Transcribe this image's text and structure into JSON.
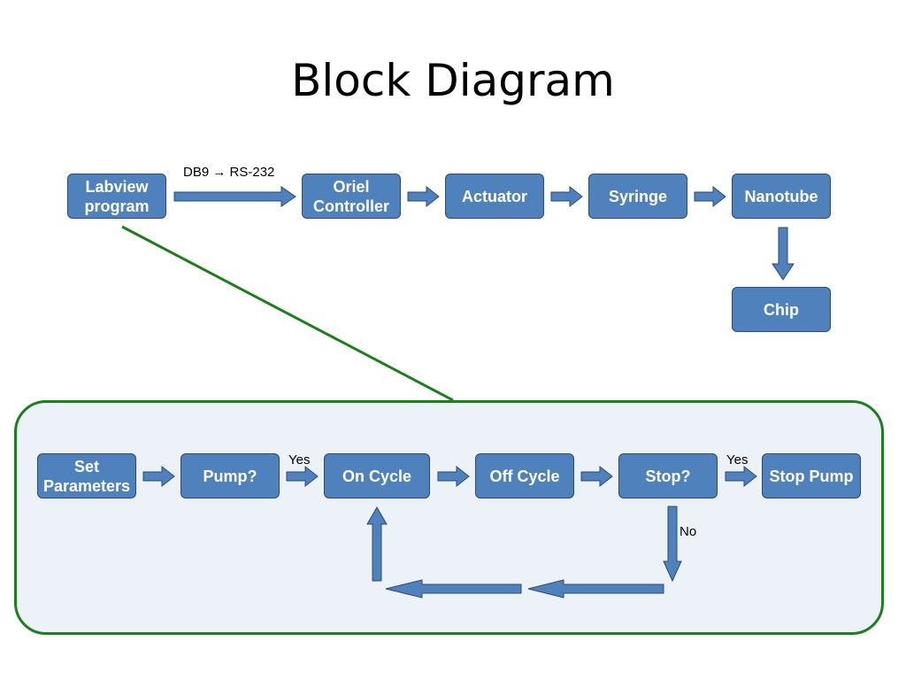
{
  "title": "Block Diagram",
  "top_row": {
    "labview": "Labview\nprogram",
    "oriel": "Oriel\nController",
    "actuator": "Actuator",
    "syringe": "Syringe",
    "nanotube": "Nanotube",
    "chip": "Chip",
    "link_label": "DB9 → RS-232"
  },
  "bottom_row": {
    "set_parameters": "Set\nParameters",
    "pump": "Pump?",
    "on_cycle": "On Cycle",
    "off_cycle": "Off Cycle",
    "stop": "Stop?",
    "stop_pump": "Stop Pump",
    "yes_1": "Yes",
    "yes_2": "Yes",
    "no": "No"
  },
  "colors": {
    "block_fill": "#4f81bd",
    "block_border": "#2a4a78",
    "connector_green": "#1c7f1c",
    "panel_fill": "#edf1f8"
  }
}
